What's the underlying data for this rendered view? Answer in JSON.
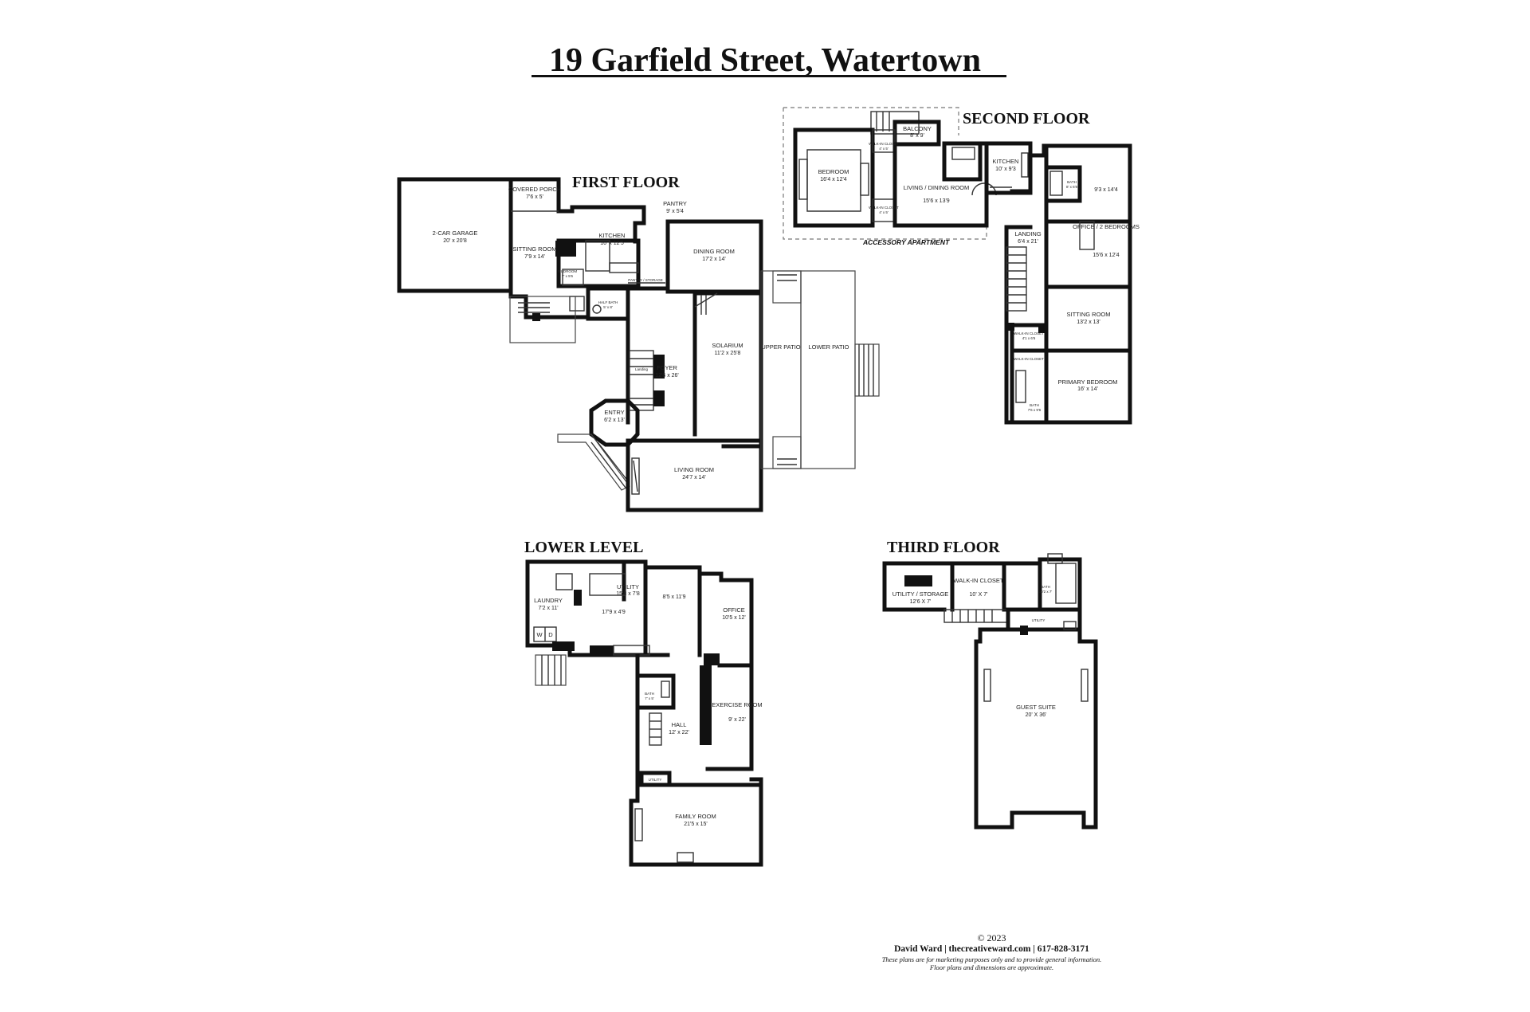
{
  "title": "19 Garfield Street, Watertown",
  "floors": {
    "first": {
      "label": "FIRST FLOOR",
      "rooms": [
        {
          "name": "2-CAR GARAGE",
          "dim": "20' x 20'8"
        },
        {
          "name": "COVERED PORCH",
          "dim": "7'6 x 5'"
        },
        {
          "name": "SITTING ROOM",
          "dim": "7'9 x 14'"
        },
        {
          "name": "KITCHEN",
          "dim": "16' x 12'5"
        },
        {
          "name": "MUDROOM",
          "dim": "7' x 5'6"
        },
        {
          "name": "PANTRY",
          "dim": "9' x 5'4"
        },
        {
          "name": "PANTRY / STORAGE",
          "dim": ""
        },
        {
          "name": "HALF BATH",
          "dim": "5' x 8'"
        },
        {
          "name": "DINING ROOM",
          "dim": "17'2 x 14'"
        },
        {
          "name": "FOYER",
          "dim": "12'6 x 26'"
        },
        {
          "name": "Landing",
          "dim": ""
        },
        {
          "name": "SOLARIUM",
          "dim": "11'2 x 25'8"
        },
        {
          "name": "UPPER PATIO",
          "dim": ""
        },
        {
          "name": "LOWER PATIO",
          "dim": ""
        },
        {
          "name": "ENTRY",
          "dim": "6'2 x 13'"
        },
        {
          "name": "LIVING ROOM",
          "dim": "24'7 x 14'"
        }
      ]
    },
    "second": {
      "label": "SECOND FLOOR",
      "apartment_label": "ACCESSORY APARTMENT",
      "rooms": [
        {
          "name": "BALCONY",
          "dim": "8' x 9'"
        },
        {
          "name": "WALK-IN CLOSET",
          "dim": "4' x 5'"
        },
        {
          "name": "BEDROOM",
          "dim": "16'4 x 12'4"
        },
        {
          "name": "WALK-IN CLOSET",
          "dim": "4' x 5'"
        },
        {
          "name": "LIVING / DINING ROOM",
          "dim": "15'6 x 13'9"
        },
        {
          "name": "KITCHEN",
          "dim": "10' x 9'3"
        },
        {
          "name": "BATH",
          "dim": "8' x 6'8"
        },
        {
          "name": "",
          "dim": "9'3 x 14'4"
        },
        {
          "name": "OFFICE / 2 BEDROOMS",
          "dim": ""
        },
        {
          "name": "",
          "dim": "15'6 x 12'4"
        },
        {
          "name": "LANDING",
          "dim": "6'4 x 21'"
        },
        {
          "name": "SITTING ROOM",
          "dim": "13'2 x 13'"
        },
        {
          "name": "WALK-IN CLOSET",
          "dim": "4'1 x 6'6"
        },
        {
          "name": "WALK-IN CLOSET",
          "dim": ""
        },
        {
          "name": "BATH",
          "dim": "7'6 x 9'6"
        },
        {
          "name": "PRIMARY BEDROOM",
          "dim": "16' x 14'"
        }
      ]
    },
    "lower": {
      "label": "LOWER LEVEL",
      "rooms": [
        {
          "name": "UTILITY",
          "dim": "15'8 x 7'8"
        },
        {
          "name": "",
          "dim": "8'5 x 11'9"
        },
        {
          "name": "LAUNDRY",
          "dim": "7'2 x 11'"
        },
        {
          "name": "",
          "dim": "17'9 x 4'9"
        },
        {
          "name": "OFFICE",
          "dim": "10'5 x 12'"
        },
        {
          "name": "BATH",
          "dim": "7' x 5'"
        },
        {
          "name": "EXERCISE ROOM",
          "dim": "9' x 22'"
        },
        {
          "name": "HALL",
          "dim": "12' x 22'"
        },
        {
          "name": "UTILITY",
          "dim": ""
        },
        {
          "name": "FAMILY ROOM",
          "dim": "21'5 x 15'"
        }
      ],
      "appliances": {
        "washer": "W",
        "dryer": "D"
      }
    },
    "third": {
      "label": "THIRD FLOOR",
      "rooms": [
        {
          "name": "UTILITY / STORAGE",
          "dim": "12'6 X 7'"
        },
        {
          "name": "WALK-IN CLOSET",
          "dim": "10' X 7'"
        },
        {
          "name": "BATH",
          "dim": "10'2 x 7'"
        },
        {
          "name": "UTILITY",
          "dim": ""
        },
        {
          "name": "GUEST SUITE",
          "dim": "20' X 36'"
        }
      ]
    }
  },
  "credits": {
    "copyright": "© 2023",
    "contact": "David Ward  |  thecreativeward.com  |  617-828-3171",
    "disclaimer_1": "These plans are for marketing purposes only and to provide general information.",
    "disclaimer_2": "Floor plans and dimensions are approximate."
  },
  "colors": {
    "ink": "#111111",
    "background": "#ffffff"
  }
}
